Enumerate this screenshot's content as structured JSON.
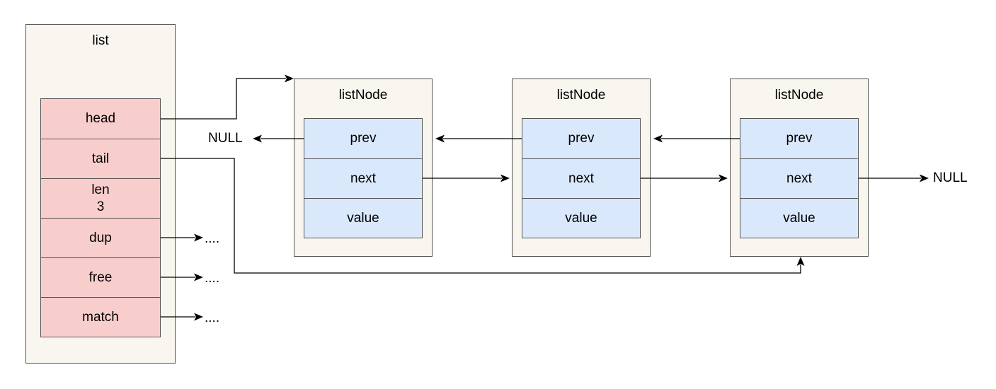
{
  "list": {
    "title": "list",
    "fields": [
      "head",
      "tail",
      "len\n3",
      "dup",
      "free",
      "match"
    ],
    "fn_targets": [
      "....",
      "....",
      "...."
    ]
  },
  "nodes": [
    {
      "title": "listNode",
      "fields": [
        "prev",
        "next",
        "value"
      ]
    },
    {
      "title": "listNode",
      "fields": [
        "prev",
        "next",
        "value"
      ]
    },
    {
      "title": "listNode",
      "fields": [
        "prev",
        "next",
        "value"
      ]
    }
  ],
  "null_left": "NULL",
  "null_right": "NULL",
  "colors": {
    "container_fill": "#f8f6ef",
    "list_field_fill": "#f8cecc",
    "node_field_fill": "#dae8fc",
    "stroke": "#555555"
  }
}
